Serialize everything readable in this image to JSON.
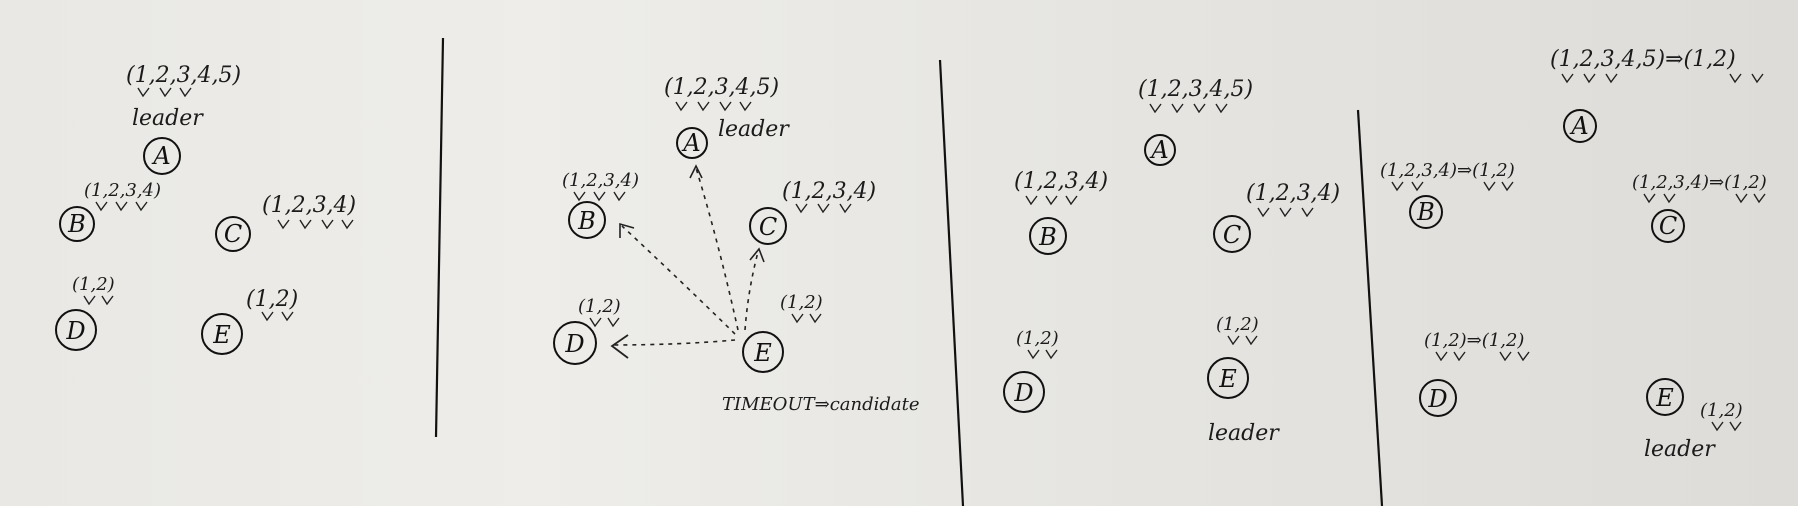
{
  "panels": [
    {
      "nodes": [
        {
          "id": "A",
          "label": "A",
          "log": "(1,2,3,4,5)",
          "role": "leader"
        },
        {
          "id": "B",
          "label": "B",
          "log": "(1,2,3,4)"
        },
        {
          "id": "C",
          "label": "C",
          "log": "(1,2,3,4)"
        },
        {
          "id": "D",
          "label": "D",
          "log": "(1,2)"
        },
        {
          "id": "E",
          "label": "E",
          "log": "(1,2)"
        }
      ]
    },
    {
      "nodes": [
        {
          "id": "A",
          "label": "A",
          "log": "(1,2,3,4,5)",
          "role": "leader"
        },
        {
          "id": "B",
          "label": "B",
          "log": "(1,2,3,4)"
        },
        {
          "id": "C",
          "label": "C",
          "log": "(1,2,3,4)"
        },
        {
          "id": "D",
          "label": "D",
          "log": "(1,2)"
        },
        {
          "id": "E",
          "label": "E",
          "log": "(1,2)",
          "note": "TIMEOUT⇒candidate"
        }
      ]
    },
    {
      "nodes": [
        {
          "id": "A",
          "label": "A",
          "log": "(1,2,3,4,5)"
        },
        {
          "id": "B",
          "label": "B",
          "log": "(1,2,3,4)"
        },
        {
          "id": "C",
          "label": "C",
          "log": "(1,2,3,4)"
        },
        {
          "id": "D",
          "label": "D",
          "log": "(1,2)"
        },
        {
          "id": "E",
          "label": "E",
          "log": "(1,2)",
          "role": "leader"
        }
      ]
    },
    {
      "nodes": [
        {
          "id": "A",
          "label": "A",
          "log": "(1,2,3,4,5)⇒(1,2)"
        },
        {
          "id": "B",
          "label": "B",
          "log": "(1,2,3,4)⇒(1,2)"
        },
        {
          "id": "C",
          "label": "C",
          "log": "(1,2,3,4)⇒(1,2)"
        },
        {
          "id": "D",
          "label": "D",
          "log": "(1,2)⇒(1,2)"
        },
        {
          "id": "E",
          "label": "E",
          "log": "(1,2)",
          "role": "leader"
        }
      ]
    }
  ]
}
